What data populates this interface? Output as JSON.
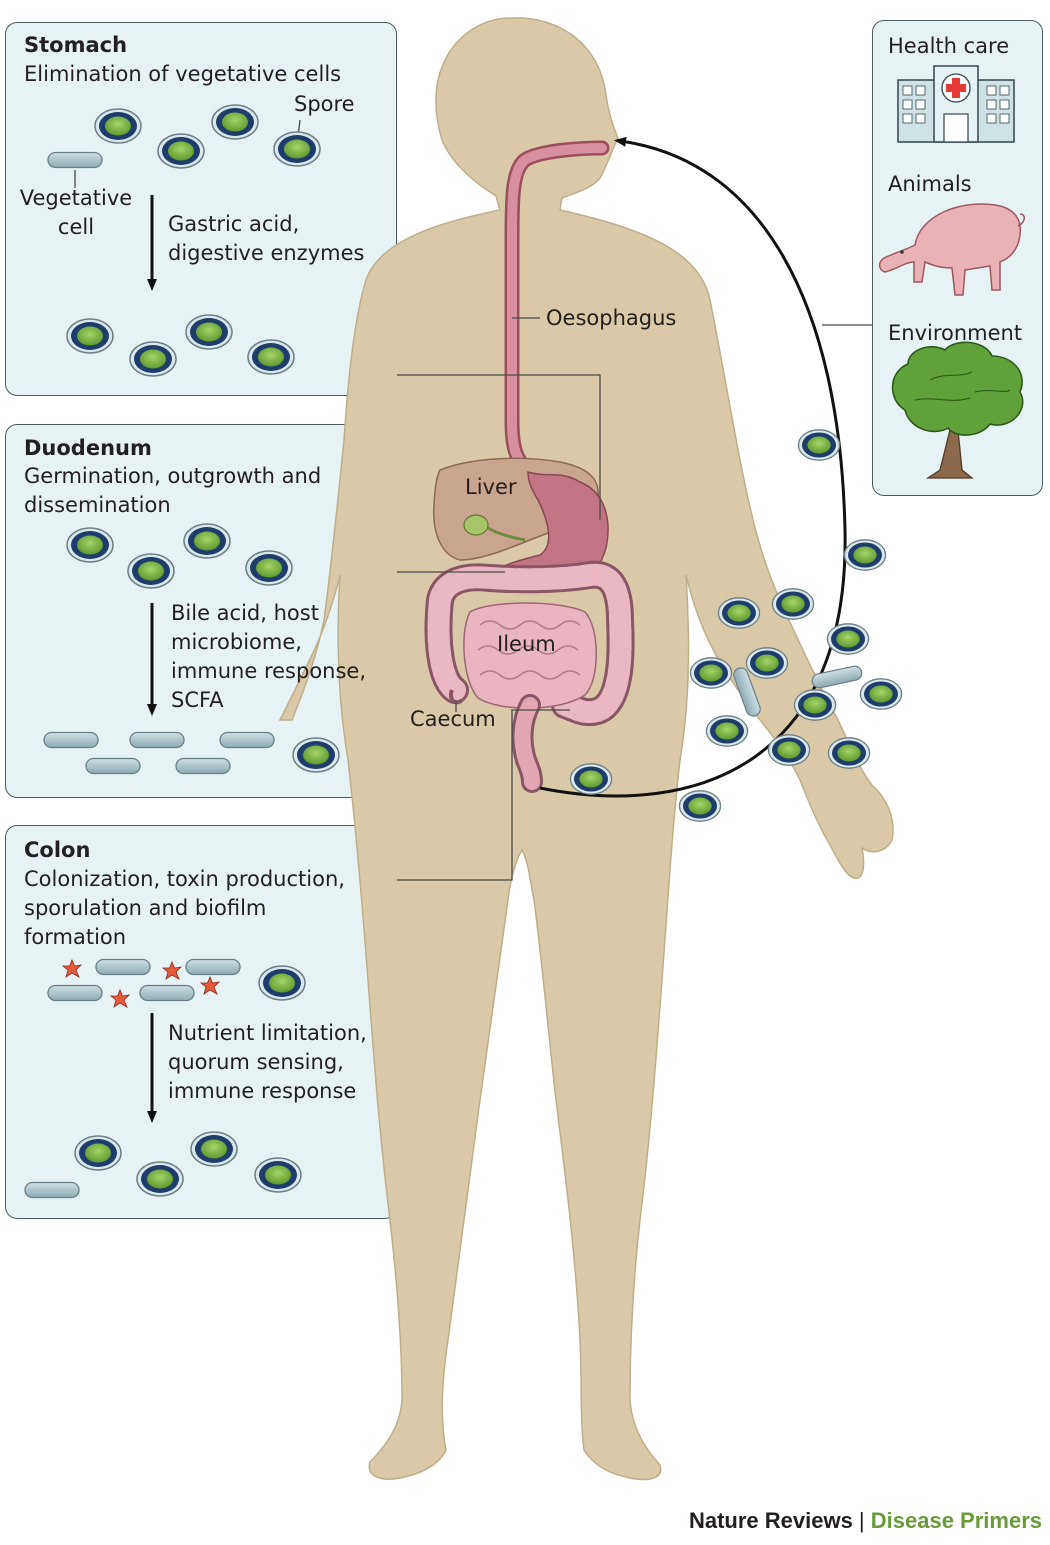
{
  "stomach": {
    "title": "Stomach",
    "subtitle": "Elimination of vegetative cells",
    "spore_label": "Spore",
    "vegetative_label": "Vegetative\ncell",
    "process": "Gastric acid,\ndigestive enzymes"
  },
  "duodenum": {
    "title": "Duodenum",
    "subtitle": "Germination, outgrowth and\ndissemination",
    "process": "Bile acid, host\nmicrobiome,\nimmune response,\nSCFA"
  },
  "colon": {
    "title": "Colon",
    "subtitle": "Colonization, toxin production,\nsporulation and biofilm\nformation",
    "process": "Nutrient limitation,\nquorum sensing,\nimmune response"
  },
  "sources": {
    "health_care": "Health care",
    "animals": "Animals",
    "environment": "Environment"
  },
  "body_labels": {
    "oesophagus": "Oesophagus",
    "liver": "Liver",
    "ileum": "Ileum",
    "caecum": "Caecum"
  },
  "credit": {
    "journal": "Nature Reviews",
    "separator": " | ",
    "series": "Disease Primers"
  },
  "colors": {
    "skin": "#d9c9a9",
    "panel_fill": "#e7f2f4",
    "spore_ring": "#1f3d6b",
    "spore_core": "#7cb342",
    "vegetative_cell": "#a9c1c8",
    "gut": "#c77a8a",
    "toxin": "#e85a3c",
    "brand_green": "#6a9a3a"
  }
}
